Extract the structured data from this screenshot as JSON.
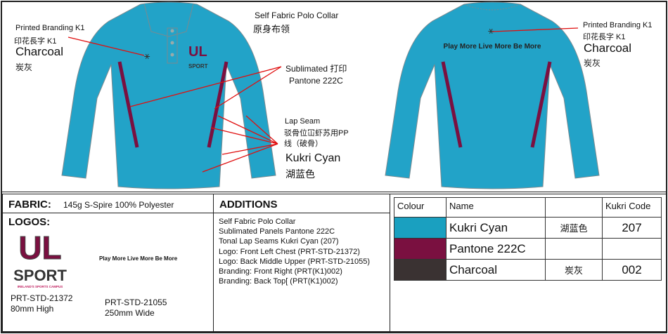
{
  "front": {
    "collar_en": "Self Fabric Polo Collar",
    "collar_cn": "原身布领",
    "branding_en": "Printed Branding K1",
    "branding_cn": "印花長字 K1",
    "branding_colour": "Charcoal",
    "branding_colour_cn": "炭灰",
    "sublimated": "Sublimated 打印",
    "pantone": "Pantone 222C",
    "lap_seam": "Lap Seam",
    "lap_seam_cn1": "驳骨位冚虾苏用PP",
    "lap_seam_cn2": "线（破骨）",
    "body_colour": "Kukri Cyan",
    "body_colour_cn": "湖蓝色",
    "chest_logo_top": "UL",
    "chest_logo_bottom": "SPORT"
  },
  "back": {
    "slogan": "Play More Live More Be More",
    "branding_en": "Printed Branding K1",
    "branding_cn": "印花長字 K1",
    "branding_colour": "Charcoal",
    "branding_colour_cn": "炭灰"
  },
  "fabric": {
    "label": "FABRIC:",
    "value": "145g S-Spire 100% Polyester"
  },
  "logos": {
    "label": "LOGOS:",
    "logo1_top": "UL",
    "logo1_bottom": "SPORT",
    "logo1_tag": "IRELAND'S SPORTS CAMPUS",
    "logo1_code": "PRT-STD-21372",
    "logo1_size": "80mm High",
    "logo2_text": "Play More Live More Be More",
    "logo2_code": "PRT-STD-21055",
    "logo2_size": "250mm Wide"
  },
  "additions": {
    "label": "ADDITIONS",
    "items": [
      "Self Fabric Polo Collar",
      "Sublimated Panels Pantone 222C",
      "Tonal Lap Seams Kukri Cyan (207)",
      "Logo: Front Left Chest (PRT-STD-21372)",
      "Logo: Back Middle Upper (PRT-STD-21055)",
      "Branding: Front Right (PRT(K1)002)",
      "Branding: Back Top[ (PRT(K1)002)"
    ]
  },
  "colours": {
    "headers": [
      "Colour",
      "Name",
      "",
      "Kukri Code"
    ],
    "rows": [
      {
        "swatch": "#1aa0c0",
        "name": "Kukri Cyan",
        "cn": "湖蓝色",
        "code": "207"
      },
      {
        "swatch": "#7a1040",
        "name": "Pantone 222C",
        "cn": "",
        "code": ""
      },
      {
        "swatch": "#3a3232",
        "name": "Charcoal",
        "cn": "炭灰",
        "code": "002"
      }
    ]
  }
}
